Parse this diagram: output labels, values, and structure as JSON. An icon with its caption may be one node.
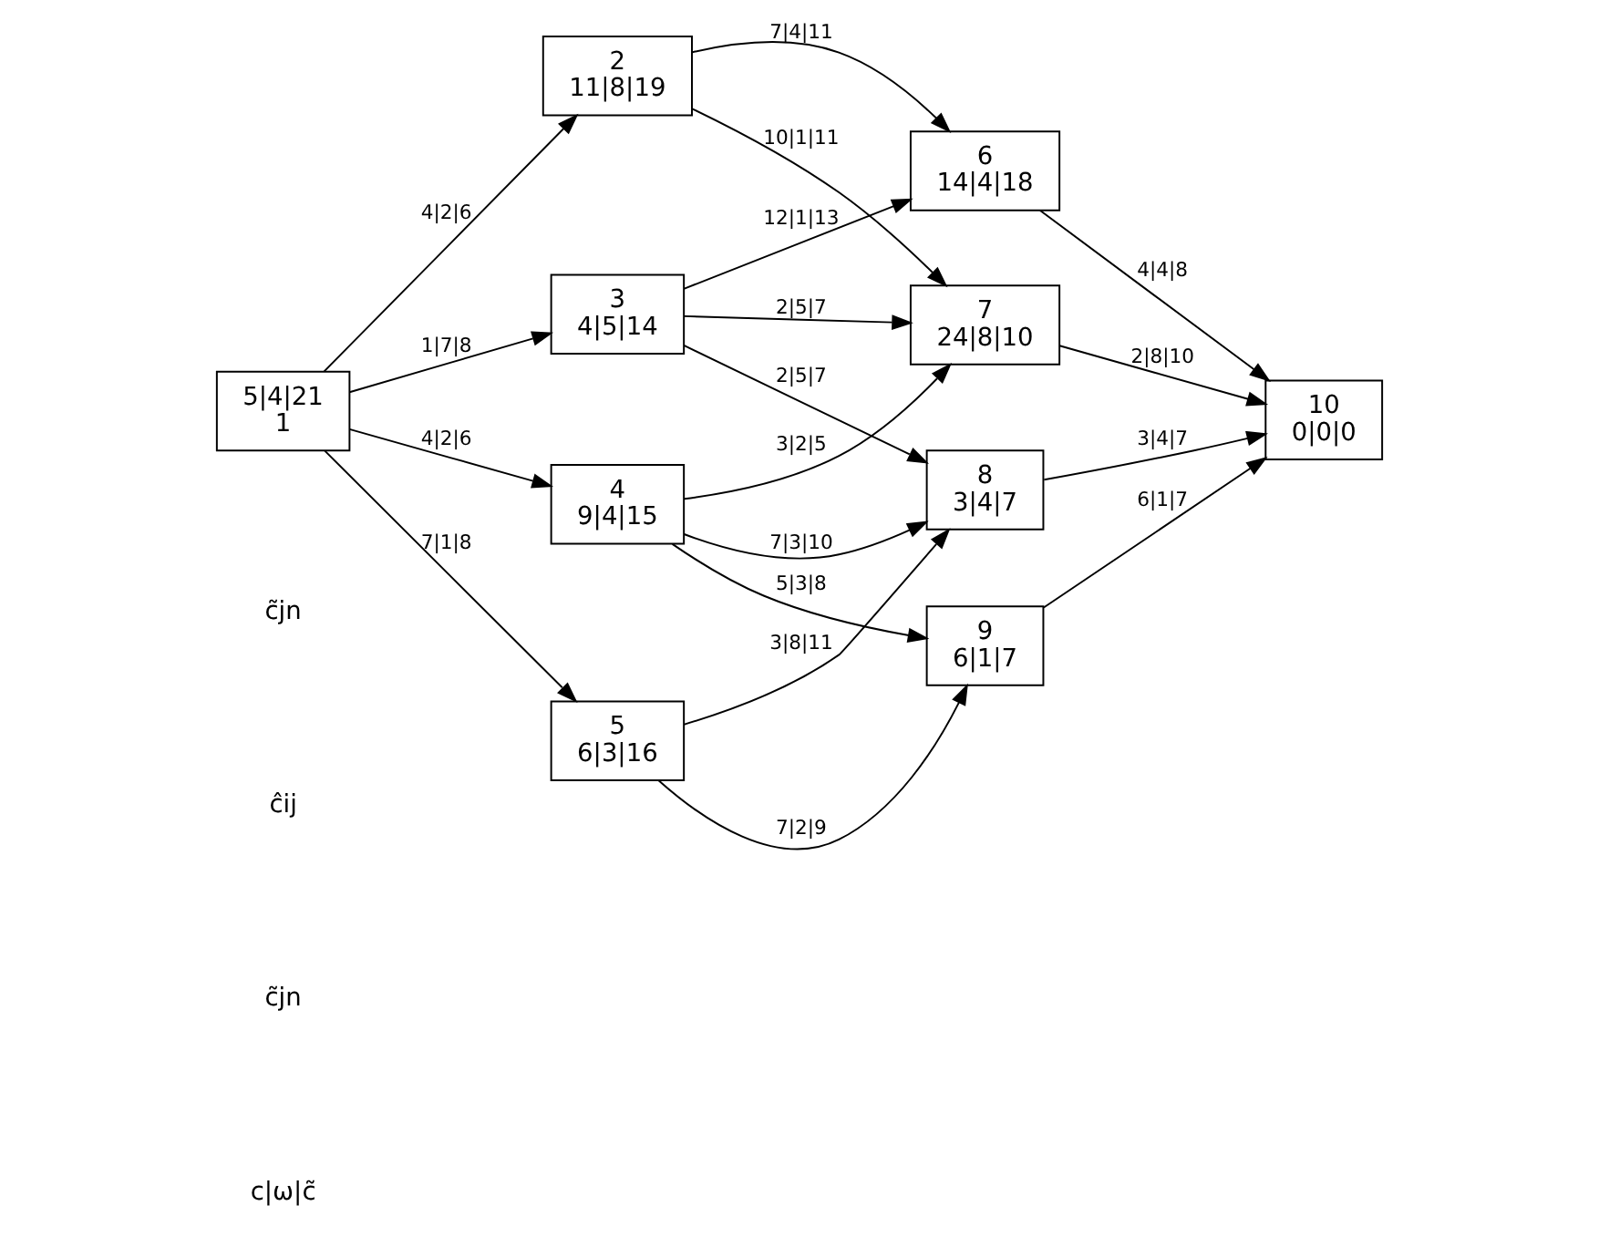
{
  "diagram": {
    "nodes": [
      {
        "text": [
          "5|4|21",
          "1"
        ]
      },
      {
        "text": [
          "2",
          "11|8|19"
        ]
      },
      {
        "text": [
          "3",
          "4|5|14"
        ]
      },
      {
        "text": [
          "4",
          "9|4|15"
        ]
      },
      {
        "text": [
          "5",
          "6|3|16"
        ]
      },
      {
        "text": [
          "6",
          "14|4|18"
        ]
      },
      {
        "text": [
          "7",
          "24|8|10"
        ]
      },
      {
        "text": [
          "8",
          "3|4|7"
        ]
      },
      {
        "text": [
          "9",
          "6|1|7"
        ]
      },
      {
        "text": [
          "10",
          "0|0|0"
        ]
      }
    ],
    "edges": [
      {
        "from": 0,
        "to": 1,
        "arrow": "to",
        "label": "4|2|6"
      },
      {
        "from": 0,
        "to": 2,
        "arrow": "to",
        "label": "1|7|8"
      },
      {
        "from": 0,
        "to": 3,
        "arrow": "to",
        "label": "4|2|6"
      },
      {
        "from": 0,
        "to": 4,
        "arrow": "to",
        "label": "7|1|8"
      },
      {
        "from": 1,
        "to": 5,
        "arrow": "to",
        "label": "7|4|11"
      },
      {
        "from": 1,
        "to": 6,
        "arrow": "to",
        "label": "10|1|11"
      },
      {
        "from": 2,
        "to": 5,
        "arrow": "to",
        "label": "12|1|13"
      },
      {
        "from": 2,
        "to": 6,
        "arrow": "to",
        "label": "2|5|7"
      },
      {
        "from": 2,
        "to": 7,
        "arrow": "to",
        "label": "2|5|7"
      },
      {
        "from": 3,
        "to": 6,
        "arrow": "to",
        "label": "3|2|5"
      },
      {
        "from": 3,
        "to": 7,
        "arrow": "to",
        "label": "7|3|10"
      },
      {
        "from": 3,
        "to": 8,
        "arrow": "to",
        "label": "5|3|8"
      },
      {
        "from": 4,
        "to": 7,
        "arrow": "to",
        "label": "3|8|11"
      },
      {
        "from": 4,
        "to": 8,
        "arrow": "to",
        "label": "7|2|9"
      },
      {
        "from": 5,
        "to": 9,
        "arrow": "to",
        "label": "4|4|8"
      },
      {
        "from": 6,
        "to": 9,
        "arrow": "to",
        "label": "2|8|10"
      },
      {
        "from": 7,
        "to": 9,
        "arrow": "to",
        "label": "3|4|7"
      },
      {
        "from": 8,
        "to": 9,
        "arrow": "to",
        "label": "6|1|7"
      }
    ],
    "labels": [
      "c̃jn",
      "ĉij",
      "c̃jn",
      "c|ω|c̃"
    ]
  }
}
